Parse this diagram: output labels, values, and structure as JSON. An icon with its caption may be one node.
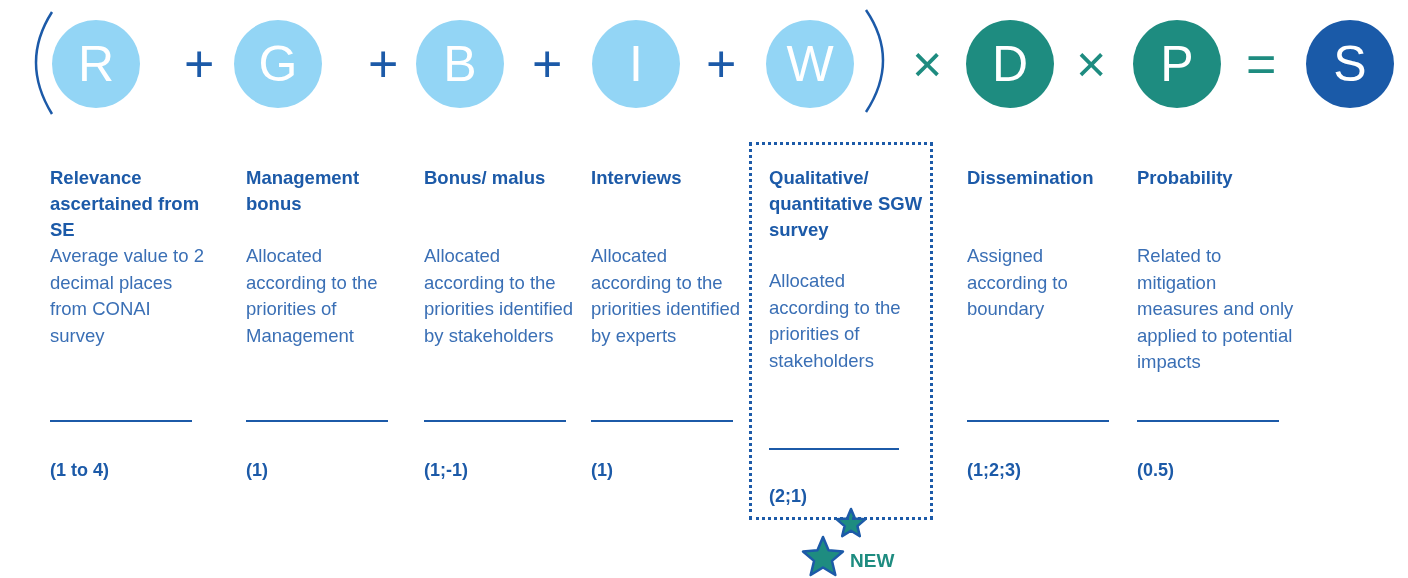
{
  "diagram": {
    "nodes": [
      {
        "text": [
          "R"
        ]
      },
      {
        "text": [
          "G"
        ]
      },
      {
        "text": [
          "B"
        ]
      },
      {
        "text": [
          "I"
        ]
      },
      {
        "text": [
          "W"
        ]
      },
      {
        "text": [
          "D"
        ]
      },
      {
        "text": [
          "P"
        ]
      },
      {
        "text": [
          "S"
        ]
      },
      {
        "text": [
          "Qualitative/ quantitative SGW survey",
          "Allocated according to the priorities of stakeholders",
          "(2;1)"
        ]
      }
    ],
    "labels": [
      "+",
      "+",
      "+",
      "+",
      "×",
      "×",
      "=",
      "Relevance ascertained from SE",
      "Average value to 2 decimal places from CONAI survey",
      "(1 to 4)",
      "Management bonus",
      "Allocated according to the priorities of Management",
      "(1)",
      "Bonus/ malus",
      "Allocated according to the priorities identified by stakeholders",
      "(1;-1)",
      "Interviews",
      "Allocated according to the priorities identified by experts",
      "(1)",
      "Dissemination",
      "Assigned according to boundary",
      "(1;2;3)",
      "Probability",
      "Related to mitigation measures and only applied to potential impacts",
      "(0.5)",
      "NEW"
    ]
  }
}
